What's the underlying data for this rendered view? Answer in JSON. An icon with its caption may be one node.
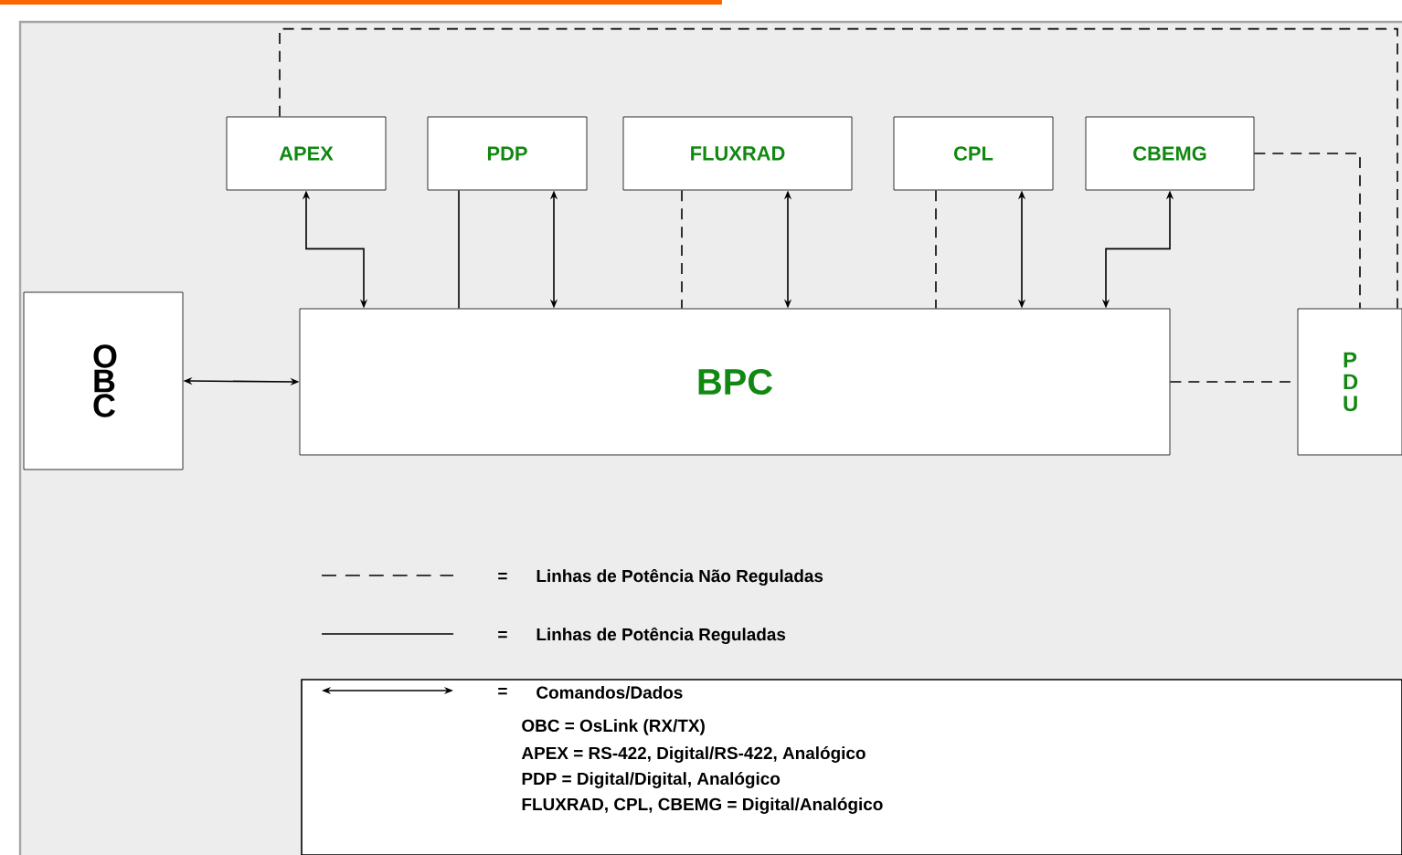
{
  "diagram": {
    "nodes": [
      {
        "text": [
          "APEX"
        ]
      },
      {
        "text": [
          "PDP"
        ]
      },
      {
        "text": [
          "FLUXRAD"
        ]
      },
      {
        "text": [
          "CPL"
        ]
      },
      {
        "text": [
          "CBEMG"
        ]
      },
      {
        "text": [
          "O B C"
        ]
      },
      {
        "text": [
          "BPC"
        ]
      },
      {
        "text": [
          "P D U"
        ]
      }
    ],
    "edges": [
      {
        "from": 0,
        "to": 6,
        "arrow": "both"
      },
      {
        "from": 1,
        "to": 6,
        "arrow": "none"
      },
      {
        "from": 1,
        "to": 6,
        "arrow": "both"
      },
      {
        "from": 2,
        "to": 6,
        "arrow": "none",
        "style": "dashed"
      },
      {
        "from": 2,
        "to": 6,
        "arrow": "both"
      },
      {
        "from": 3,
        "to": 6,
        "arrow": "none",
        "style": "dashed"
      },
      {
        "from": 3,
        "to": 6,
        "arrow": "both"
      },
      {
        "from": 4,
        "to": 6,
        "arrow": "both"
      },
      {
        "from": 4,
        "to": 7,
        "arrow": "none",
        "style": "dashed"
      },
      {
        "from": 0,
        "to": 7,
        "arrow": "none",
        "style": "dashed"
      },
      {
        "from": 6,
        "to": 7,
        "arrow": "none",
        "style": "dashed"
      },
      {
        "from": 5,
        "to": 6,
        "arrow": "both"
      }
    ],
    "labels": [
      "=",
      "=",
      "=",
      "OBC = OsLink (RX/TX)",
      "APEX = RS-422, Digital/RS-422, Analógico",
      "PDP = Digital/Digital, Analógico",
      "FLUXRAD, CPL, CBEMG = Digital/Analógico"
    ],
    "legend": [
      {
        "text": "Linhas de Potência Não Reguladas"
      },
      {
        "text": "Linhas de Potência Reguladas"
      },
      {
        "text": "Comandos/Dados"
      }
    ]
  }
}
